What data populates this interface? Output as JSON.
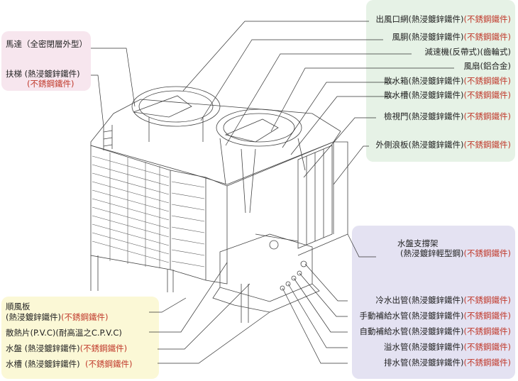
{
  "left_labels": {
    "motor": "馬達（全密閉層外型）",
    "ladder_main": "扶梯 (熱浸鍍鋅鐵件)",
    "ladder_alt": "(不銹鋼鐵件)"
  },
  "right_labels": [
    {
      "main": "出風口網(熱浸鍍鋅鐵件)",
      "alt": "(不銹鋼鐵件)"
    },
    {
      "main": "風胴(熱浸鍍鋅鐵件)",
      "alt": "(不銹鋼鐵件)"
    },
    {
      "main": "減速機(反帶式)(齒輪式)",
      "alt": ""
    },
    {
      "main": "風扇(鋁合金)",
      "alt": ""
    },
    {
      "main": "散水箱(熱浸鍍鋅鐵件)",
      "alt": "(不銹鋼鐵件)"
    },
    {
      "main": "散水槽(熱浸鍍鋅鐵件)",
      "alt": "(不銹鋼鐵件)"
    },
    {
      "main": "檢視門(熱浸鍍鋅鐵件)",
      "alt": "(不銹鋼鐵件)"
    },
    {
      "main": "外側浪板(熱浸鍍鋅鐵件)",
      "alt": "(不銹鋼鐵件)"
    }
  ],
  "support": {
    "line1": "水盤支撐架",
    "line2": "(熱浸鍍鋅輕型鋼)",
    "alt": "(不銹鋼鐵件)"
  },
  "pipes": [
    {
      "main": "冷水出管(熱浸鍍鋅鐵件)",
      "alt": "(不銹鋼鐵件)"
    },
    {
      "main": "手動補給水管(熱浸鍍鋅鐵件)",
      "alt": "(不銹鋼鐵件)"
    },
    {
      "main": "自動補給水管(熱浸鍍鋅鐵件)",
      "alt": "(不銹鋼鐵件)"
    },
    {
      "main": "溢水管(熱浸鍍鋅鐵件)",
      "alt": "(不銹鋼鐵件)"
    },
    {
      "main": "排水管(熱浸鍍鋅鐵件)",
      "alt": "(不銹鋼鐵件)"
    }
  ],
  "bottom_labels": {
    "louver_title": "順風板",
    "louver_main": "(熱浸鍍鋅鐵件)",
    "louver_alt": "(不銹鋼鐵件)",
    "fill": "散熱片(P.V.C)(耐高溫之C.P.V.C)",
    "basin_main": "水盤 (熱浸鍍鋅鐵件)",
    "basin_alt": "(不銹鋼鐵件)",
    "tank_main": "水槽 (熱浸鍍鋅鐵件)",
    "tank_alt": "(不銹鋼鐵件)"
  }
}
